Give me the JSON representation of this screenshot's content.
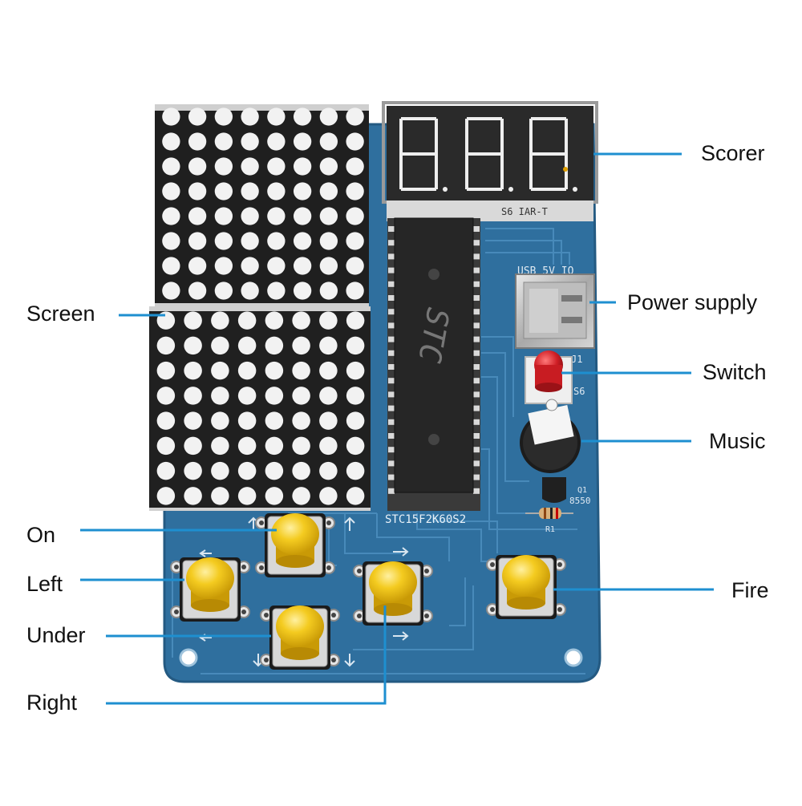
{
  "labels": {
    "scorer": "Scorer",
    "power_supply": "Power supply",
    "switch": "Switch",
    "music": "Music",
    "screen": "Screen",
    "on": "On",
    "left": "Left",
    "under": "Under",
    "right": "Right",
    "fire": "Fire"
  },
  "silkscreen": {
    "display_part": "S6 IAR-T",
    "usb": "USB 5V IO",
    "chip_logo": "STC",
    "chip_part": "STC15F2K60S2",
    "j1": "J1",
    "s6": "S6",
    "q1": "Q1",
    "transistor": "8550",
    "r1": "R1"
  },
  "colors": {
    "pcb": "#2f6f9e",
    "leader": "#1e8fd0",
    "button_cap": "#f2c81e",
    "switch_cap": "#d01f26"
  },
  "scorer_digits": "8.8.8."
}
